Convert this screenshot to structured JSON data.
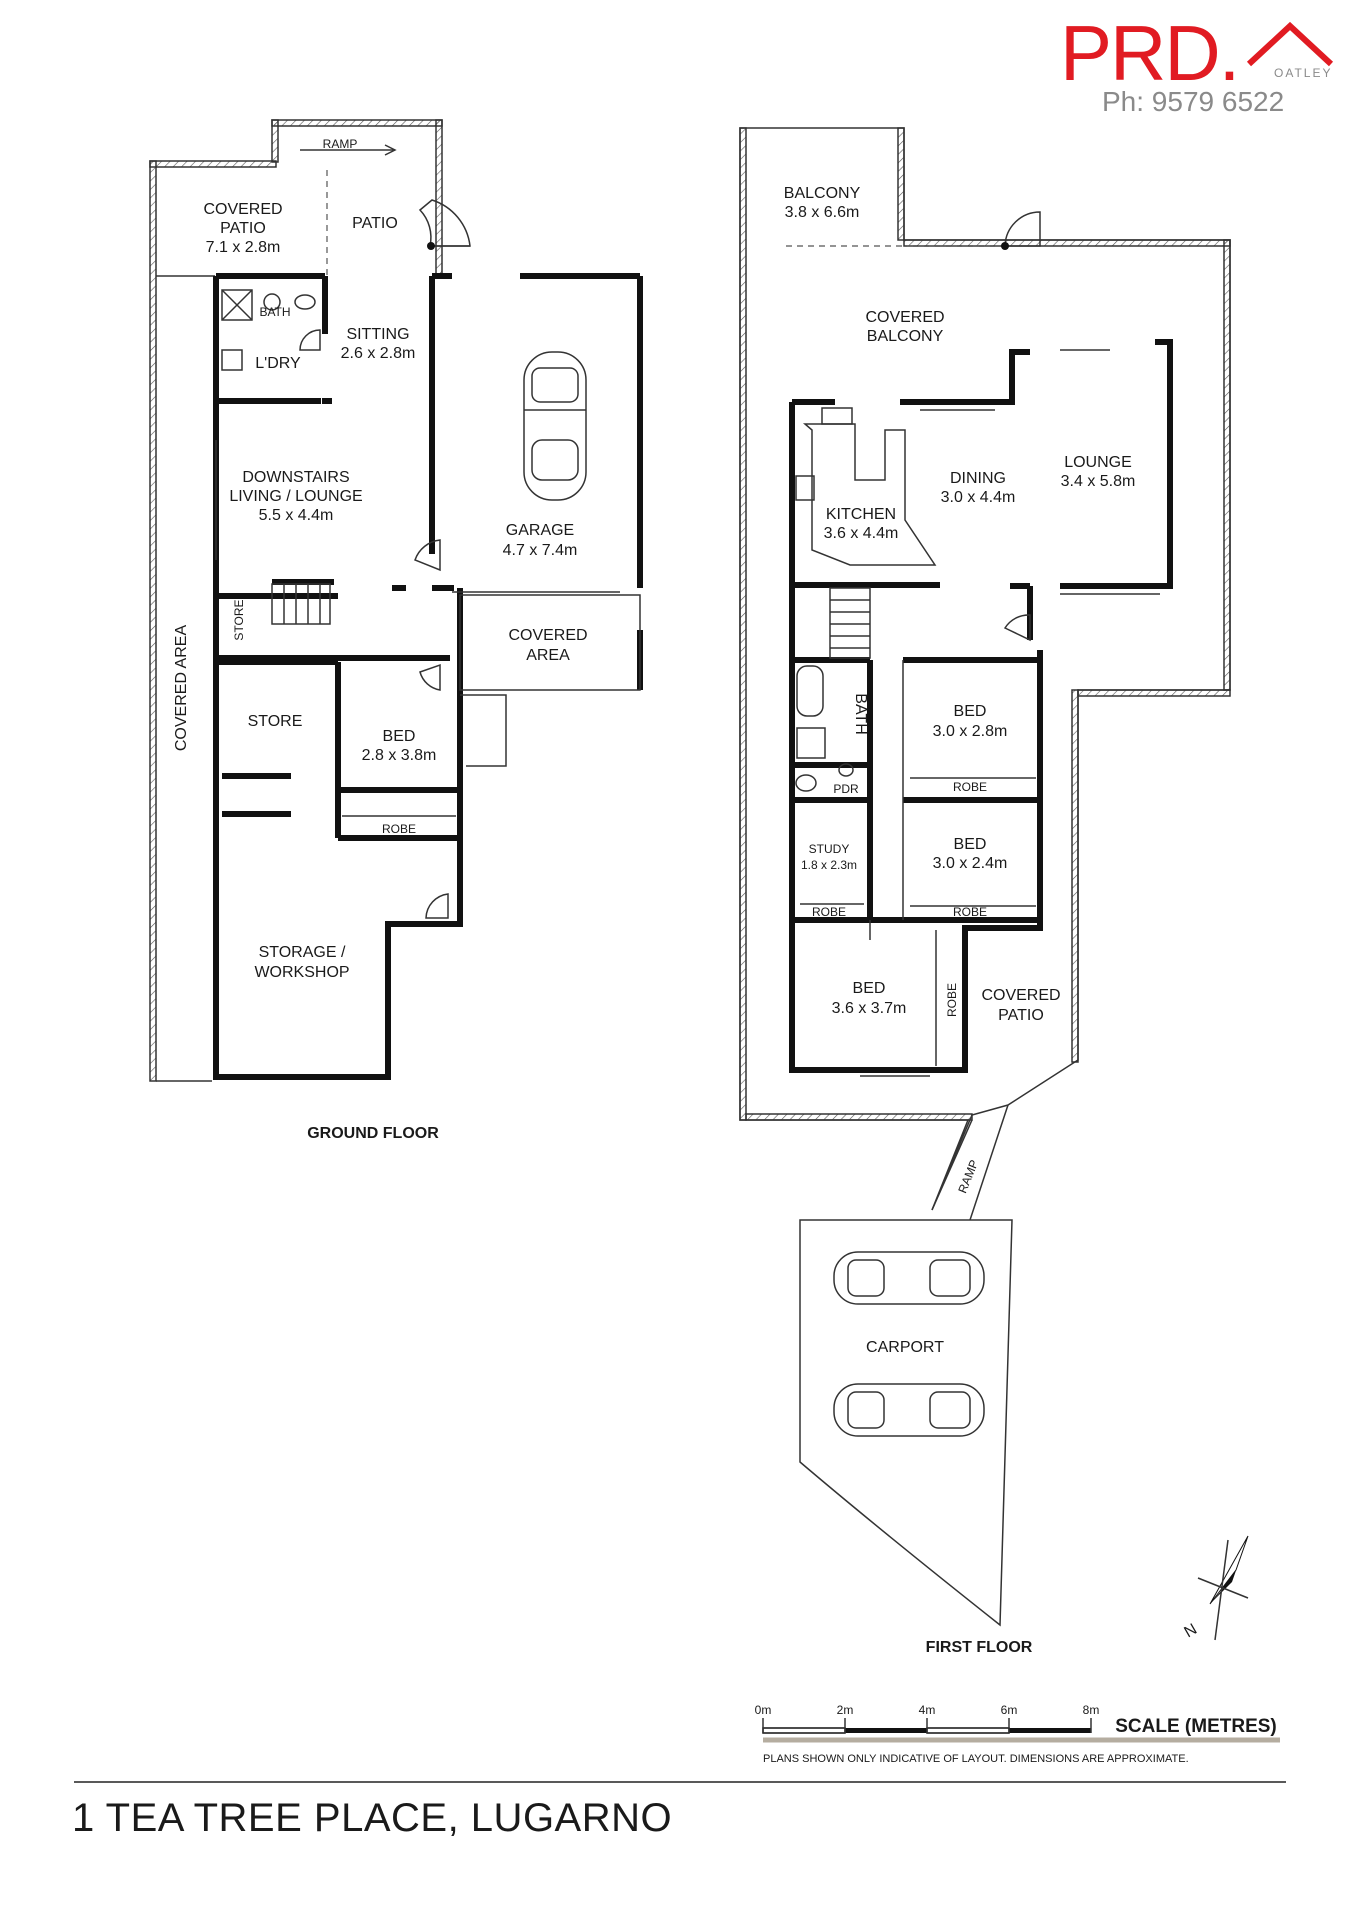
{
  "brand": {
    "name": "PRD.",
    "office": "OATLEY",
    "phone": "Ph: 9579 6522",
    "accent": "#e11b22",
    "phone_color": "#8a8a8a"
  },
  "ground_floor": {
    "caption": "GROUND FLOOR",
    "rooms": {
      "ramp": "RAMP",
      "covered_patio": "COVERED",
      "covered_patio_2": "PATIO",
      "covered_patio_dim": "7.1 x 2.8m",
      "patio": "PATIO",
      "bath": "BATH",
      "laundry": "L'DRY",
      "sitting": "SITTING",
      "sitting_dim": "2.6 x 2.8m",
      "living": "DOWNSTAIRS",
      "living_2": "LIVING / LOUNGE",
      "living_dim": "5.5 x 4.4m",
      "garage": "GARAGE",
      "garage_dim": "4.7 x 7.4m",
      "covered_area_side": "COVERED AREA",
      "store_small": "STORE",
      "covered_area": "COVERED",
      "covered_area_2": "AREA",
      "store": "STORE",
      "bed": "BED",
      "bed_dim": "2.8 x 3.8m",
      "robe": "ROBE",
      "storage": "STORAGE /",
      "storage_2": "WORKSHOP"
    }
  },
  "first_floor": {
    "caption": "FIRST FLOOR",
    "rooms": {
      "balcony": "BALCONY",
      "balcony_dim": "3.8 x 6.6m",
      "covered_balcony": "COVERED",
      "covered_balcony_2": "BALCONY",
      "kitchen": "KITCHEN",
      "kitchen_dim": "3.6 x 4.4m",
      "dining": "DINING",
      "dining_dim": "3.0 x 4.4m",
      "lounge": "LOUNGE",
      "lounge_dim": "3.4 x 5.8m",
      "bath": "BATH",
      "pdr": "PDR",
      "bed1": "BED",
      "bed1_dim": "3.0 x 2.8m",
      "robe1": "ROBE",
      "study": "STUDY",
      "study_dim": "1.8 x 2.3m",
      "study_robe": "ROBE",
      "bed2": "BED",
      "bed2_dim": "3.0 x 2.4m",
      "robe2": "ROBE",
      "bed3": "BED",
      "bed3_dim": "3.6 x 3.7m",
      "robe3": "ROBE",
      "covered_patio": "COVERED",
      "covered_patio_2": "PATIO",
      "ramp": "RAMP",
      "carport": "CARPORT"
    }
  },
  "scale": {
    "title": "SCALE (METRES)",
    "ticks": [
      "0m",
      "2m",
      "4m",
      "6m",
      "8m"
    ],
    "disclaimer": "PLANS SHOWN ONLY INDICATIVE OF LAYOUT.  DIMENSIONS ARE APPROXIMATE."
  },
  "compass": {
    "label": "N"
  },
  "address": "1 TEA TREE PLACE, LUGARNO"
}
